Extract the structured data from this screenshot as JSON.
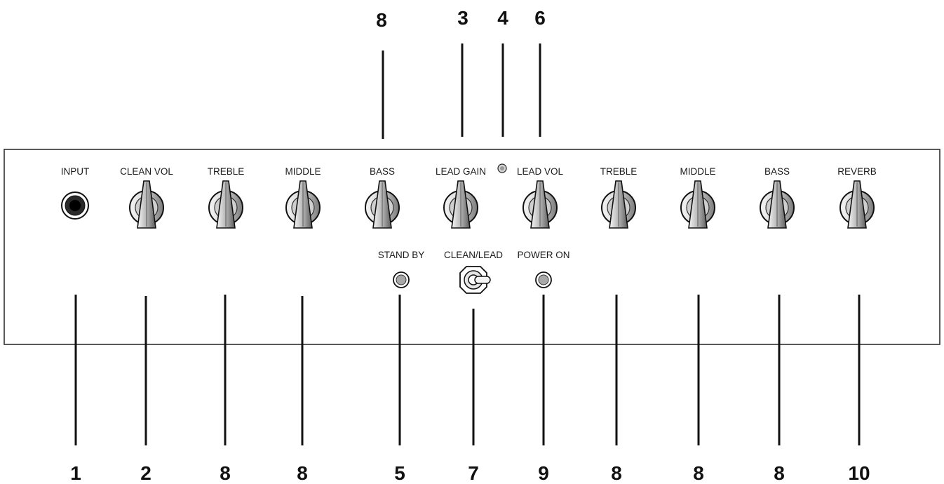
{
  "panel": {
    "knob_labels": [
      "CLEAN VOL",
      "TREBLE",
      "MIDDLE",
      "BASS",
      "LEAD GAIN",
      "LEAD VOL",
      "TREBLE",
      "MIDDLE",
      "BASS",
      "REVERB"
    ],
    "input_label": "INPUT",
    "standby_label": "STAND BY",
    "switch_label": "CLEAN/LEAD",
    "power_label": "POWER ON"
  },
  "callouts": {
    "top": [
      "8",
      "3",
      "4",
      "6"
    ],
    "bottom": [
      "1",
      "2",
      "8",
      "8",
      "5",
      "7",
      "9",
      "8",
      "8",
      "8",
      "10"
    ]
  },
  "colors": {
    "line": "#111111",
    "panel_border": "#222222",
    "knob_light": "#f2f2f2",
    "knob_dark": "#6a6a6a"
  }
}
